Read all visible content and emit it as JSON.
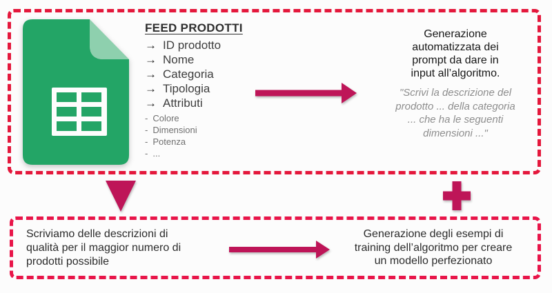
{
  "diagram": {
    "top_box": {
      "feed": {
        "title": "FEED PRODOTTI",
        "items": [
          "ID prodotto",
          "Nome",
          "Categoria",
          "Tipologia",
          "Attributi"
        ],
        "sub_items": [
          "Colore",
          "Dimensioni",
          "Potenza",
          "..."
        ]
      },
      "description": "Generazione automatizzata dei prompt da dare in input all’algoritmo.",
      "quote": "\"Scrivi la descrizione del prodotto ... della categoria ... che ha le seguenti dimensioni ...\""
    },
    "bottom_box": {
      "left_text": "Scriviamo delle descrizioni di qualità per il maggior numero di prodotti possibile",
      "right_text": "Generazione degli esempi di training dell’algoritmo per creare un modello perfezionato"
    },
    "icons": {
      "sheets": "google-sheets-spreadsheet-icon",
      "arrow_bullet": "→",
      "dash_bullet": "-"
    },
    "colors": {
      "border_top_box": "#e4183c",
      "border_bottom_box": "#e81549",
      "arrow": "#be1558",
      "sheets_green": "#23a566",
      "sheets_fold": "#8ed0ae"
    }
  }
}
